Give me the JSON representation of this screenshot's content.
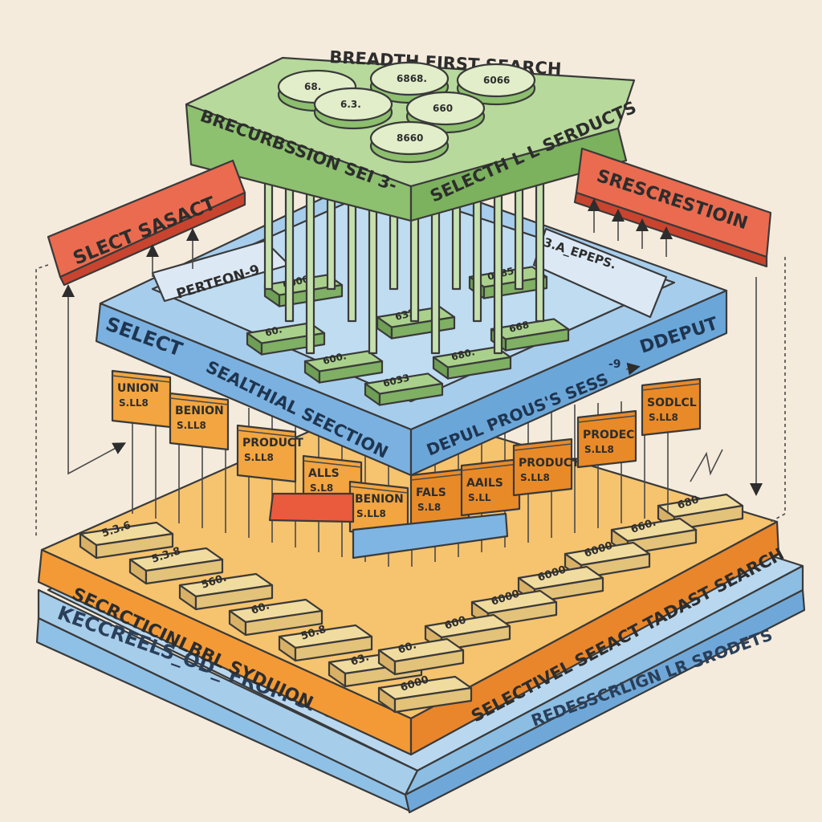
{
  "title": "BREADTH FIRST SEARCH",
  "colors": {
    "paper": "#f4ebdc",
    "green": "#a9d18c",
    "green_dark": "#7fb064",
    "blue": "#8fc0e6",
    "blue_dark": "#5f9fd3",
    "orange": "#f2a540",
    "orange_dark": "#e98a28",
    "red": "#ea6b4f",
    "red_dark": "#d24a36",
    "tile": "#f1dc9f",
    "tile_dark": "#e3c27a"
  },
  "top_layer": {
    "left_label": "BRECURBSSION SEI 3-",
    "right_label": "SELECTH L L SERDUCTS",
    "discs": [
      "68.",
      "6868.",
      "6066",
      "6.3.",
      "660",
      "8660"
    ]
  },
  "side_tags": {
    "left": "SLECT SASACT",
    "right": "SRESCRESTIOIN"
  },
  "middle_layer": {
    "inner_left_label": "PERTEON-9",
    "inner_right_label": "3.A_EPEPS.",
    "front_left": "SELECT",
    "front_center": "SEALTHIAL SEECTION",
    "front_right_top": "DDEPUT",
    "front_right": "DEPUL PROUS'S SESS",
    "arrow_label": "-9",
    "tiles": [
      "60.",
      "600.",
      "6033",
      "680.",
      "668",
      "0085",
      "6000",
      "6ЗЗ"
    ]
  },
  "orange_row": [
    {
      "label": "UNION",
      "sub": "S.LL8"
    },
    {
      "label": "BENION",
      "sub": "S.LL8"
    },
    {
      "label": "PRODUCT",
      "sub": "S.LL8"
    },
    {
      "label": "ALLS",
      "sub": "S.L8"
    },
    {
      "label": "BENION",
      "sub": "S.LL8"
    },
    {
      "label": "FALS",
      "sub": "S.L8"
    },
    {
      "label": "AAILS",
      "sub": "S.LL"
    },
    {
      "label": "PRODUCT",
      "sub": "S.LL8"
    },
    {
      "label": "PRODEC",
      "sub": "S.LL8"
    },
    {
      "label": "SODLCL",
      "sub": "S.LL8"
    }
  ],
  "bottom_layer": {
    "front_left": "SECRCTICINLBBL SYDUION",
    "front_right": "SELECTIVEL SEEACT TADAST SEARCH",
    "base_left": "KECCREELS_OD_ FROM SPODUCS.",
    "base_right": "REDESSCRLIGN LR SRODETS",
    "left_tiles": [
      "5.3.6",
      "5.3.8",
      "560.",
      "60.",
      "50.8",
      "63.",
      "6000"
    ],
    "right_tiles": [
      "680",
      "660.",
      "6000",
      "6000",
      "6000",
      "600",
      "60."
    ]
  }
}
